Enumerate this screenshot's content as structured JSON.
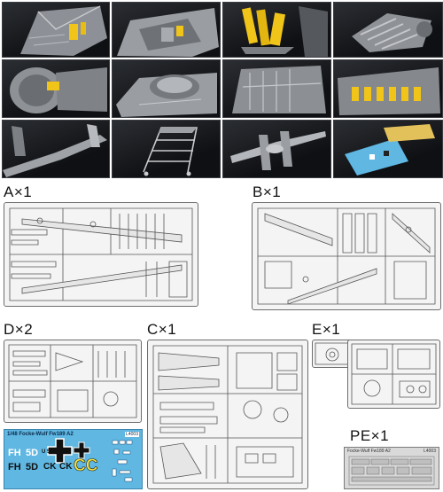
{
  "sprue_labels": {
    "a": "A×1",
    "b": "B×1",
    "d": "D×2",
    "c": "C×1",
    "e": "E×1",
    "pe": "PE×1"
  },
  "decal": {
    "title": "1/48 Focke-Wulf Fw189 A2",
    "number": "L4003",
    "code_left_1": "FH",
    "code_left_2": "5D",
    "code_small_1": "U 5D",
    "code_fh2": "FH",
    "code_5d2": "5D",
    "code_ck1": "CK",
    "code_ck2": "CK",
    "code_big": "CC"
  },
  "photo_etch": {
    "title": "Focke-Wulf Fw189 A2",
    "number": "L4003"
  },
  "colors": {
    "thumb_bg": "#1a1b1e",
    "decal_blue": "#5fb7e2",
    "sprue_gray": "#6d6d6d",
    "accent_yellow": "#f0c419"
  },
  "thumbnails": [
    "cockpit-detail",
    "cockpit-interior",
    "pilot-seats",
    "engine",
    "nose-gear-bay",
    "rear-turret",
    "cockpit-frame",
    "engine-cylinders",
    "tail-booms",
    "boarding-ladder",
    "complete-aircraft",
    "decal-and-pe"
  ]
}
